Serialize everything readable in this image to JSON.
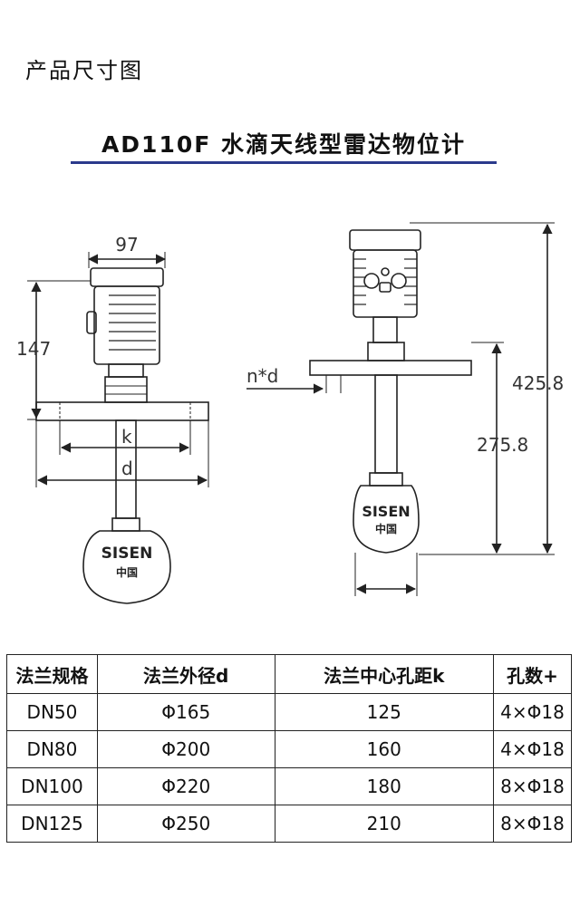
{
  "section_label": "产品尺寸图",
  "title": "AD110F 水滴天线型雷达物位计",
  "colors": {
    "title_rule": "#2b3a8c",
    "line": "#222222"
  },
  "drawing": {
    "left_view": {
      "width_97": "97",
      "height_147": "147",
      "k_label": "k",
      "d_label": "d"
    },
    "right_view": {
      "nd_label": "n*d",
      "total_4258": "425.8",
      "lower_2758": "275.8"
    },
    "logo": {
      "brand": "SISEN",
      "sub": "中国"
    }
  },
  "table": {
    "headers": [
      "法兰规格",
      "法兰外径d",
      "法兰中心孔距k",
      "孔数+"
    ],
    "rows": [
      [
        "DN50",
        "Φ165",
        "125",
        "4×Φ18"
      ],
      [
        "DN80",
        "Φ200",
        "160",
        "4×Φ18"
      ],
      [
        "DN100",
        "Φ220",
        "180",
        "8×Φ18"
      ],
      [
        "DN125",
        "Φ250",
        "210",
        "8×Φ18"
      ]
    ]
  }
}
